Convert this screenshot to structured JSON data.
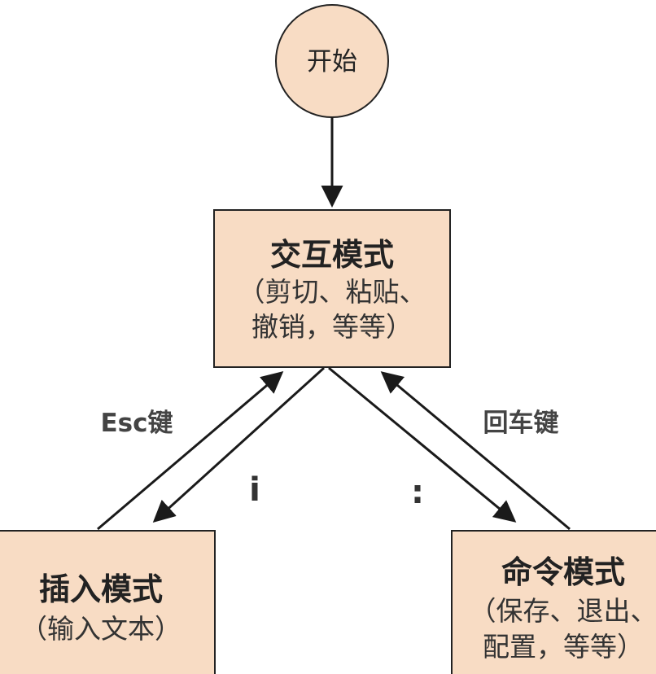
{
  "nodes": {
    "start": {
      "label": "开始"
    },
    "interactive": {
      "title": "交互模式",
      "line1": "（剪切、粘贴、",
      "line2": "撤销，等等）"
    },
    "insert": {
      "title": "插入模式",
      "line1": "（输入文本）"
    },
    "command": {
      "title": "命令模式",
      "line1": "（保存、退出、",
      "line2": "配置，等等）"
    }
  },
  "edges": {
    "esc": {
      "label": "Esc键"
    },
    "enter": {
      "label": "回车键"
    },
    "insert_key": {
      "label": "i"
    },
    "command_key": {
      "label": ":"
    }
  },
  "colors": {
    "node_fill": "#f8dcc4",
    "stroke": "#222222"
  }
}
